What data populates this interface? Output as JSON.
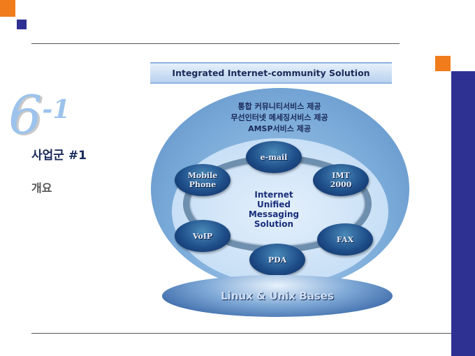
{
  "slide": {
    "number_big": "6",
    "number_sub": "-1",
    "section_title": "사업군 #1",
    "subtitle": "개요"
  },
  "diagram": {
    "title": "Integrated Internet-community Solution",
    "services": [
      "통합 커뮤니티서비스 제공",
      "무선인터넷 메세징서비스 제공",
      "AMSP서비스 제공"
    ],
    "center": "Internet\nUnified\nMessaging\nSolution",
    "nodes": {
      "email": "e-mail",
      "imt": "IMT\n2000",
      "mobile": "Mobile\nPhone",
      "voip": "VoIP",
      "fax": "FAX",
      "pda": "PDA"
    },
    "base": "Linux & Unix Bases"
  },
  "colors": {
    "orange": "#f07c1c",
    "navy": "#2e3192",
    "light_blue": "#9cc3ec"
  }
}
